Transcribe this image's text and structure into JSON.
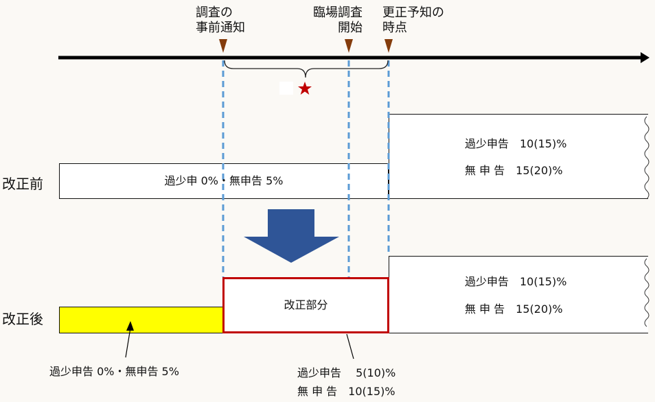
{
  "timeline": {
    "markers": [
      {
        "line1": "調査の",
        "line2": "事前通知"
      },
      {
        "line1": "臨場調査",
        "line2": "開始"
      },
      {
        "line1": "更正予知の",
        "line2": "時点"
      }
    ]
  },
  "before": {
    "label": "改正前",
    "left_text": "過少申 0%・無申告 5%",
    "right_line1": "過少申告　10(15)%",
    "right_line2": "無 申 告　15(20)%"
  },
  "after": {
    "label": "改正後",
    "red_box_text": "改正部分",
    "right_line1": "過少申告　10(15)%",
    "right_line2": "無 申 告　15(20)%",
    "yellow_callout": "過少申告 0%・無申告 5%",
    "red_callout_line1": "過少申告　 5(10)%",
    "red_callout_line2": "無 申 告　10(15)%"
  },
  "colors": {
    "marker": "#843c0c",
    "dash": "#5b9bd5",
    "arrow": "#2f5597",
    "highlight": "#ffff00",
    "red_box": "#c00000",
    "star": "#c00000"
  }
}
